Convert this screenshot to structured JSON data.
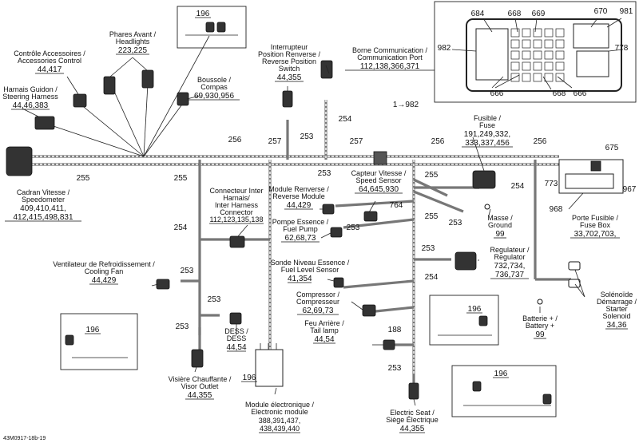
{
  "labels": {
    "controle_accessoires": {
      "l1": "Contrôle Accessoires /",
      "l2": "Accessories Control",
      "ref": "44,417"
    },
    "phares": {
      "l1": "Phares Avant /",
      "l2": "Headlights",
      "ref": "223,225"
    },
    "interrupteur": {
      "l1": "Interrupteur",
      "l2": "Position Renverse /",
      "l3": "Reverse Position",
      "l4": "Switch",
      "ref": "44,355"
    },
    "borne": {
      "l1": "Borne Communication /",
      "l2": "Communication Port",
      "ref": "112,138,366,371"
    },
    "harnais_guidon": {
      "l1": "Harnais Guidon /",
      "l2": "Steering Harness",
      "ref": "44,46,383"
    },
    "boussole": {
      "l1": "Boussole /",
      "l2": "Compas",
      "ref": "69,930,956"
    },
    "cadran": {
      "l1": "Cadran Vitesse /",
      "l2": "Speedometer",
      "ref1": "409,410,411,",
      "ref2": "412,415,498,831"
    },
    "fusible": {
      "l1": "Fusible /",
      "l2": "Fuse",
      "ref1": "191,249,332,",
      "ref2": "333,337,456"
    },
    "connecteur_inter": {
      "l1": "Connecteur Inter",
      "l2": "Harnais/",
      "l3": "Inter Harness",
      "l4": "Connector",
      "ref": "112,123,135,138"
    },
    "module_renverse": {
      "l1": "Module Renverse /",
      "l2": "Reverse Module",
      "ref": "44,429"
    },
    "capteur_vitesse": {
      "l1": "Capteur Vitesse /",
      "l2": "Speed Sensor",
      "ref": "64,645,930"
    },
    "pompe_essence": {
      "l1": "Pompe Essence /",
      "l2": "Fuel Pump",
      "ref": "62,68,73"
    },
    "masse": {
      "l1": "Masse /",
      "l2": "Ground",
      "ref": "99"
    },
    "porte_fusible": {
      "l1": "Porte Fusible /",
      "l2": "Fuse Box",
      "ref": "33,702,703,"
    },
    "ventilateur": {
      "l1": "Ventilateur de Refroidissement /",
      "l2": "Cooling Fan",
      "ref": "44,429"
    },
    "sonde_niveau": {
      "l1": "Sonde Niveau Essence /",
      "l2": "Fuel Level Sensor",
      "ref": "41,354"
    },
    "regulateur": {
      "l1": "Regulateur /",
      "l2": "Regulator",
      "ref1": "732,734,",
      "ref2": "736,737"
    },
    "compresseur": {
      "l1": "Compressor /",
      "l2": "Compresseur",
      "ref": "62,69,73"
    },
    "solenoide": {
      "l1": "Solénoïde",
      "l2": "Démarrage /",
      "l3": "Starter",
      "l4": "Solenoid",
      "ref": "34,36"
    },
    "dess": {
      "l1": "DESS /",
      "l2": "DESS",
      "ref": "44,54"
    },
    "feu_arriere": {
      "l1": "Feu Arrière /",
      "l2": "Tail lamp",
      "ref": "44,54"
    },
    "batterie": {
      "l1": "Batterie + /",
      "l2": "Battery +",
      "ref": "99"
    },
    "visiere": {
      "l1": "Visière Chauffante /",
      "l2": "Visor Outlet",
      "ref": "44,355"
    },
    "module_electronique": {
      "l1": "Module électronique /",
      "l2": "Electronic module",
      "ref1": "388,391,437,",
      "ref2": "438,439,440"
    },
    "electric_seat": {
      "l1": "Electric Seat /",
      "l2": "Siège Électrique",
      "ref": "44,355"
    }
  },
  "refs": {
    "r196a": "196",
    "r196b": "196",
    "r196c": "196",
    "r196d": "196",
    "r196e": "196",
    "r255a": "255",
    "r255b": "255",
    "r255c": "255",
    "r255d": "255",
    "r256a": "256",
    "r256b": "256",
    "r256c": "256",
    "r257a": "257",
    "r257b": "257",
    "r253a": "253",
    "r253b": "253",
    "r253c": "253",
    "r253d": "253",
    "r253e": "253",
    "r253f": "253",
    "r253g": "253",
    "r253h": "253",
    "r253i": "253",
    "r254a": "254",
    "r254b": "254",
    "r254c": "254",
    "r254d": "254",
    "r764": "764",
    "r188": "188",
    "r675": "675",
    "r773": "773",
    "r967": "967",
    "r968": "968",
    "arrow982": "1→982",
    "fb684": "684",
    "fb668a": "668",
    "fb669": "669",
    "fb670": "670",
    "fb981": "981",
    "fb982": "982",
    "fb778": "778",
    "fb666a": "666",
    "fb668b": "668",
    "fb666b": "666"
  },
  "footer": {
    "code": "43M0917-18b-19"
  }
}
